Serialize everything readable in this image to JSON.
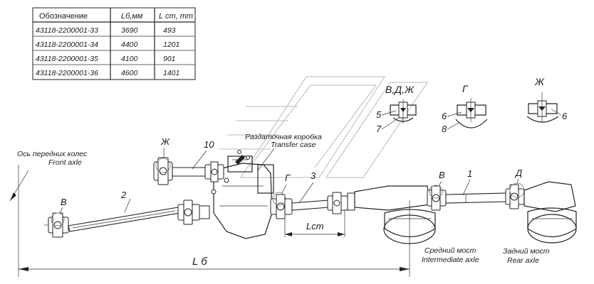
{
  "table": {
    "headers": [
      "Обозначение",
      "Lб,мм",
      "L cm, mm"
    ],
    "rows": [
      [
        "43118-2200001-33",
        "3690",
        "493"
      ],
      [
        "43118-2200001-34",
        "4400",
        "1201"
      ],
      [
        "43118-2200001-35",
        "4100",
        "901"
      ],
      [
        "43118-2200001-36",
        "4600",
        "1401"
      ]
    ]
  },
  "labels": {
    "front_axle_ru": "Ось передних колес",
    "front_axle_en": "Front axle",
    "transfer_case_ru": "Раздаточная коробка",
    "transfer_case_en": "Transfer case",
    "middle_axle_ru": "Средний мост",
    "middle_axle_en": "Intermediate axle",
    "rear_axle_ru": "Задний мост",
    "rear_axle_en": "Rear axle",
    "lcm": "Lcm",
    "lb": "L б"
  },
  "callouts": {
    "v_left": "В",
    "zh_top": "Ж",
    "n10": "10",
    "n2": "2",
    "g_mid": "Г",
    "n3": "3",
    "v_right": "В",
    "n1": "1",
    "d_right": "Д"
  },
  "details": {
    "vdzh_title": "В,Д,Ж",
    "n5": "5",
    "n7": "7",
    "g_title": "Г",
    "n6a": "6",
    "n8": "8",
    "zh_title": "Ж",
    "n6b": "6"
  }
}
